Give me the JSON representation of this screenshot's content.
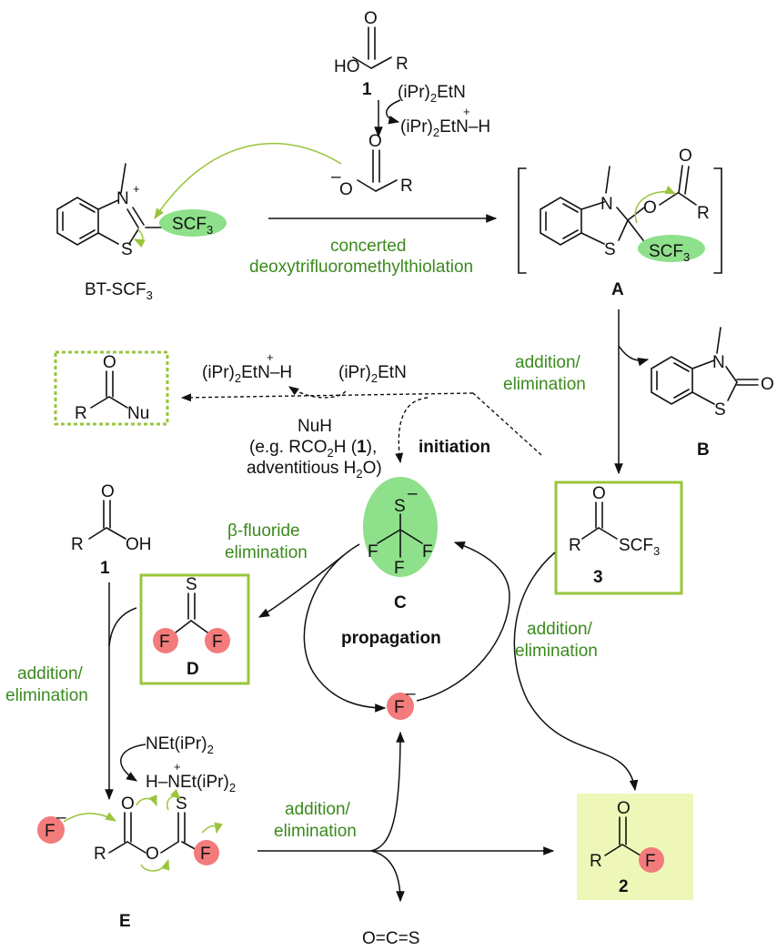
{
  "labels": {
    "acid_top": "HO",
    "acid_top_R": "R",
    "acid_top_num": "1",
    "base_top": "(iPr)",
    "base_top_sub": "2",
    "base_top_rest": "EtN",
    "base_top_H": "(iPr)",
    "base_top_H_sub": "2",
    "base_top_H_rest": "EtN",
    "base_top_H_end": "–H",
    "carboxylate_O": "O",
    "carboxylate_R": "R",
    "carbonyl_O": "O",
    "bt_N": "N",
    "bt_S": "S",
    "bt_plus": "+",
    "bt_scf3": "SCF",
    "bt_scf3_sub": "3",
    "bt_name": "BT-SCF",
    "bt_name_sub": "3",
    "concerted_1": "concerted",
    "concerted_2": "deoxytrifluoromethylthiolation",
    "A_label": "A",
    "A_N": "N",
    "A_S": "S",
    "A_O": "O",
    "A_O2": "O",
    "A_R": "R",
    "A_scf3": "SCF",
    "A_scf3_sub": "3",
    "B_label": "B",
    "B_N": "N",
    "B_S": "S",
    "B_O": "O",
    "add_elim_1": "addition/",
    "add_elim_2": "elimination",
    "amide_O": "O",
    "amide_R": "R",
    "amide_Nu": "Nu",
    "mid_base_H": "(iPr)",
    "mid_base_H_sub": "2",
    "mid_base_H_rest": "EtN",
    "mid_base_H_end": "–H",
    "mid_base": "(iPr)",
    "mid_base_sub": "2",
    "mid_base_rest": "EtN",
    "nuh_1": "NuH",
    "nuh_2": "(e.g. RCO",
    "nuh_2_sub": "2",
    "nuh_2_rest": "H (",
    "nuh_2_bold": "1",
    "nuh_2_end": "),",
    "nuh_3": "adventitious H",
    "nuh_3_sub": "2",
    "nuh_3_rest": "O)",
    "initiation": "initiation",
    "acid_left_O": "O",
    "acid_left_R": "R",
    "acid_left_OH": "OH",
    "acid_left_num": "1",
    "beta_1": "β-fluoride",
    "beta_2": "elimination",
    "C_S": "S",
    "C_F1": "F",
    "C_F2": "F",
    "C_F3": "F",
    "C_label": "C",
    "comp3_O": "O",
    "comp3_R": "R",
    "comp3_scf3": "SCF",
    "comp3_scf3_sub": "3",
    "comp3_num": "3",
    "D_S": "S",
    "D_F1": "F",
    "D_F2": "F",
    "D_label": "D",
    "propagation": "propagation",
    "add_elim_right_1": "addition/",
    "add_elim_right_2": "elimination",
    "add_elim_left_1": "addition/",
    "add_elim_left_2": "elimination",
    "net_base": "NEt(iPr)",
    "net_base_sub": "2",
    "net_base_H": "H–NEt(iPr)",
    "net_base_H_sub": "2",
    "fluoride": "F",
    "E_F": "F",
    "E_O1": "O",
    "E_O2": "O",
    "E_S": "S",
    "E_F2": "F",
    "E_R": "R",
    "E_label": "E",
    "add_elim_bottom_1": "addition/",
    "add_elim_bottom_2": "elimination",
    "ocs": "O=C=S",
    "prod_O": "O",
    "prod_R": "R",
    "prod_F": "F",
    "prod_num": "2"
  },
  "colors": {
    "green_text": "#3b8a1e",
    "green_fill": "#8ee08a",
    "green_box": "#9ac53c",
    "red_fill": "#f37b7b",
    "product_fill": "#eef7b8"
  }
}
